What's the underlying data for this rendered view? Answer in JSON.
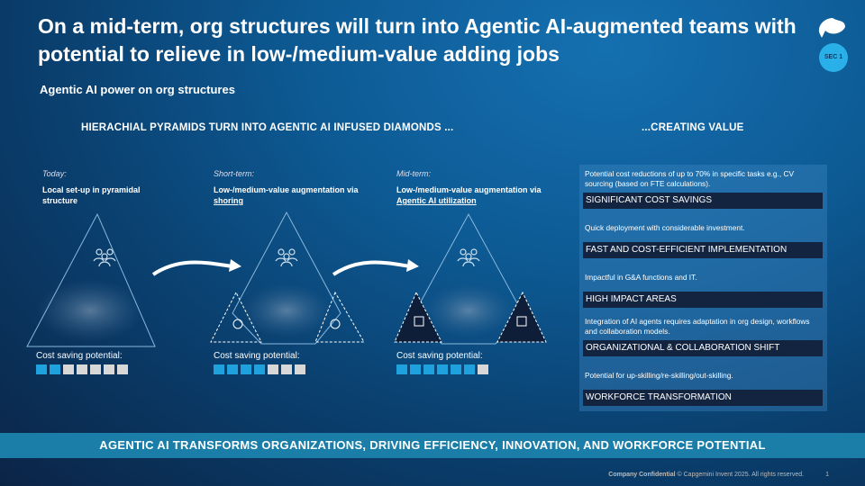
{
  "header": {
    "title": "On a mid-term, org structures will turn into Agentic AI-augmented teams with potential to relieve in low-/medium-value adding jobs",
    "subtitle": "Agentic AI power on org structures",
    "section_badge": "SEC 1"
  },
  "left_heading": "HIERACHIAL PYRAMIDS TURN INTO AGENTIC AI INFUSED DIAMONDS ...",
  "right_heading": "...CREATING VALUE",
  "stages": [
    {
      "period": "Today:",
      "title": "Local set-up in pyramidal structure",
      "title_pre": "Local set-up in pyramidal structure",
      "title_link": "",
      "cost_label": "Cost saving potential:",
      "cost_level": 2,
      "cost_max": 7
    },
    {
      "period": "Short-term:",
      "title_pre": "Low-/medium-value augmentation via ",
      "title_link": "shoring",
      "cost_label": "Cost saving potential:",
      "cost_level": 4,
      "cost_max": 7
    },
    {
      "period": "Mid-term:",
      "title_pre": "Low-/medium-value augmentation via ",
      "title_link": "Agentic AI utilization",
      "cost_label": "Cost saving potential:",
      "cost_level": 6,
      "cost_max": 7
    }
  ],
  "value_cards": [
    {
      "desc": "Potential cost reductions of up to 70% in specific tasks e.g., CV sourcing (based on FTE calculations).",
      "heading": "SIGNIFICANT COST SAVINGS"
    },
    {
      "desc": "Quick deployment with considerable investment.",
      "heading": "FAST AND COST-EFFICIENT IMPLEMENTATION"
    },
    {
      "desc": "Impactful in G&A functions and IT.",
      "heading": "HIGH IMPACT AREAS"
    },
    {
      "desc": "Integration of AI agents requires adaptation in org design, workflows and collaboration models.",
      "heading": "ORGANIZATIONAL & COLLABORATION SHIFT"
    },
    {
      "desc": "Potential for up-skilling/re-skilling/out-skilling.",
      "heading": "WORKFORCE TRANSFORMATION"
    }
  ],
  "banner": "AGENTIC AI TRANSFORMS ORGANIZATIONS, DRIVING EFFICIENCY, INNOVATION, AND WORKFORCE POTENTIAL",
  "footer": {
    "confidential": "Company Confidential",
    "copyright": "© Capgemini Invent 2025. All rights reserved.",
    "page": "1"
  },
  "colors": {
    "accent": "#1ea1dc",
    "banner": "#1a7ea8",
    "card_heading": "#132440"
  }
}
